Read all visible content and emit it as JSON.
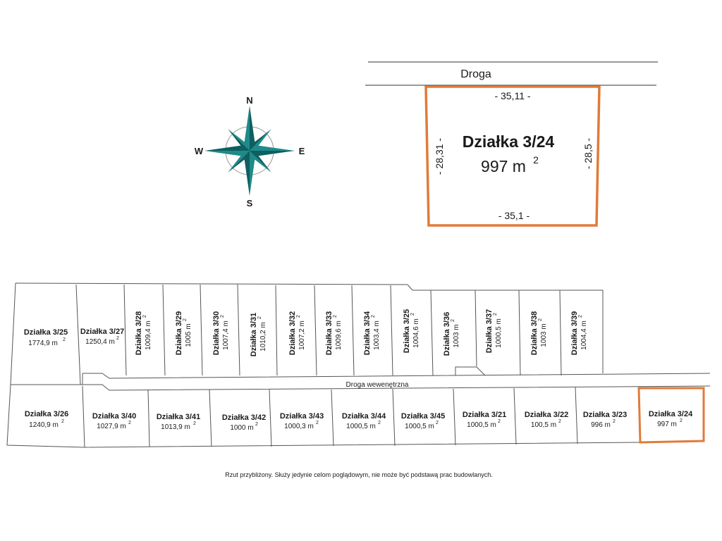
{
  "detail": {
    "road_label": "Droga",
    "parcel_name": "Działka 3/24",
    "area": "997 m",
    "area_sup": "2",
    "dim_top": "- 35,11 -",
    "dim_bottom": "- 35,1 -",
    "dim_left": "- 28,31 -",
    "dim_right": "- 28,5 -"
  },
  "compass": {
    "n": "N",
    "e": "E",
    "s": "S",
    "w": "W"
  },
  "internal_road": "Droga wewenętrzna",
  "parcels_top_left": [
    {
      "name": "Działka 3/25",
      "area": "1774,9 m",
      "sup": "2"
    },
    {
      "name": "Działka 3/27",
      "area": "1250,4 m",
      "sup": "2"
    }
  ],
  "parcels_top_rotated": [
    {
      "name": "Działka 3/28",
      "area": "1009,4 m",
      "sup": "2"
    },
    {
      "name": "Działka 3/29",
      "area": "1005 m",
      "sup": "2"
    },
    {
      "name": "Działka 3/30",
      "area": "1007,4 m",
      "sup": "2"
    },
    {
      "name": "Działka 3/31",
      "area": "1010,2 m",
      "sup": "2"
    },
    {
      "name": "Działka 3/32",
      "area": "1007,2 m",
      "sup": "2"
    },
    {
      "name": "Działka 3/33",
      "area": "1009,6 m",
      "sup": "2"
    },
    {
      "name": "Działka 3/34",
      "area": "1003,4 m",
      "sup": "2"
    },
    {
      "name": "Działka 3/25",
      "area": "1004,6 m",
      "sup": "2"
    },
    {
      "name": "Działka 3/36",
      "area": "1003 m",
      "sup": "2"
    },
    {
      "name": "Działka 3/37",
      "area": "1000,5 m",
      "sup": "2"
    },
    {
      "name": "Działka 3/38",
      "area": "1003 m",
      "sup": "2"
    },
    {
      "name": "Działka 3/39",
      "area": "1004,4 m",
      "sup": "2"
    }
  ],
  "parcels_bottom": [
    {
      "name": "Działka 3/26",
      "area": "1240,9 m",
      "sup": "2"
    },
    {
      "name": "Działka 3/40",
      "area": "1027,9 m",
      "sup": "2"
    },
    {
      "name": "Działka 3/41",
      "area": "1013,9 m",
      "sup": "2"
    },
    {
      "name": "Działka 3/42",
      "area": "1000 m",
      "sup": "2"
    },
    {
      "name": "Działka 3/43",
      "area": "1000,3 m",
      "sup": "2"
    },
    {
      "name": "Działka 3/44",
      "area": "1000,5 m",
      "sup": "2"
    },
    {
      "name": "Działka 3/45",
      "area": "1000,5 m",
      "sup": "2"
    },
    {
      "name": "Działka 3/21",
      "area": "1000,5 m",
      "sup": "2"
    },
    {
      "name": "Działka 3/22",
      "area": "100,5 m",
      "sup": "2"
    },
    {
      "name": "Działka 3/23",
      "area": "996 m",
      "sup": "2"
    },
    {
      "name": "Działka 3/24",
      "area": "997 m",
      "sup": "2"
    }
  ],
  "highlight_color": "#e07b39",
  "compass_color": "#1f8a8a",
  "disclaimer": "Rzut przybliżony. Służy jedynie celom poglądowym, nie może być podstawą prac budowlanych."
}
